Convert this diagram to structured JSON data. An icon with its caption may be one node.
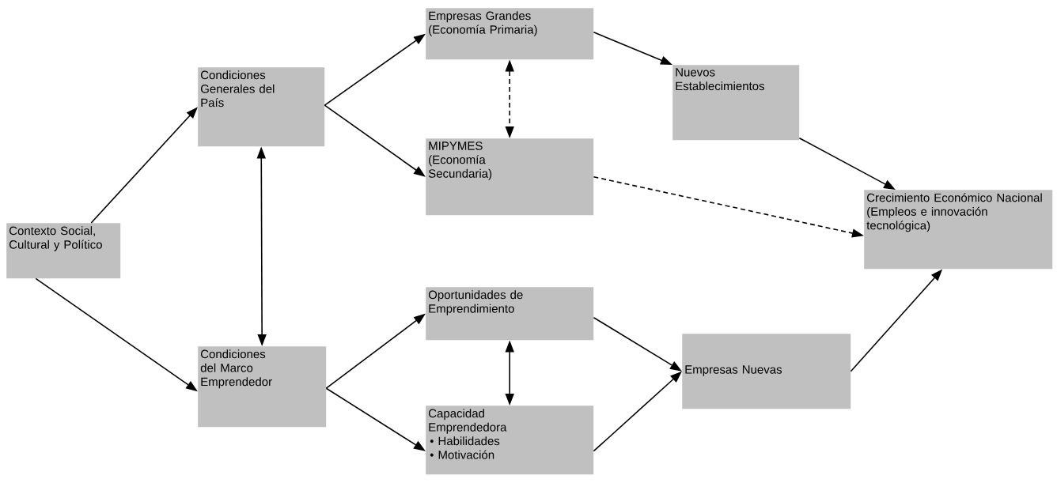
{
  "diagram": {
    "nodes": [
      {
        "text": [
          "Contexto Social, Cultural y Político"
        ]
      },
      {
        "text": [
          "Condiciones Generales del País"
        ]
      },
      {
        "text": [
          "Condiciones del Marco Emprendedor"
        ]
      },
      {
        "text": [
          "Empresas Grandes",
          "(Economía Primaria)"
        ]
      },
      {
        "text": [
          "MIPYMES",
          "(Economía Secundaria)"
        ]
      },
      {
        "text": [
          "Oportunidades de Emprendimiento"
        ]
      },
      {
        "text": [
          "Capacidad Emprendedora",
          "• Habilidades",
          "• Motivación"
        ]
      },
      {
        "text": [
          "Nuevos Establecimientos"
        ]
      },
      {
        "text": [
          "Empresas Nuevas"
        ]
      },
      {
        "text": [
          "Crecimiento Económico Nacional",
          "(Empleos e innovación tecnológica)"
        ]
      }
    ],
    "edges": [
      {
        "from": 0,
        "to": 1,
        "arrow": "to"
      },
      {
        "from": 0,
        "to": 2,
        "arrow": "to"
      },
      {
        "from": 1,
        "to": 2,
        "arrow": "both"
      },
      {
        "from": 1,
        "to": 3,
        "arrow": "to"
      },
      {
        "from": 1,
        "to": 4,
        "arrow": "to"
      },
      {
        "from": 3,
        "to": 4,
        "arrow": "both",
        "style": "dashed"
      },
      {
        "from": 3,
        "to": 7,
        "arrow": "to"
      },
      {
        "from": 7,
        "to": 9,
        "arrow": "to"
      },
      {
        "from": 4,
        "to": 9,
        "arrow": "to",
        "style": "dashed"
      },
      {
        "from": 2,
        "to": 5,
        "arrow": "to"
      },
      {
        "from": 2,
        "to": 6,
        "arrow": "to"
      },
      {
        "from": 5,
        "to": 6,
        "arrow": "both"
      },
      {
        "from": 5,
        "to": 8,
        "arrow": "to"
      },
      {
        "from": 6,
        "to": 8,
        "arrow": "to"
      },
      {
        "from": 8,
        "to": 9,
        "arrow": "to"
      }
    ]
  }
}
